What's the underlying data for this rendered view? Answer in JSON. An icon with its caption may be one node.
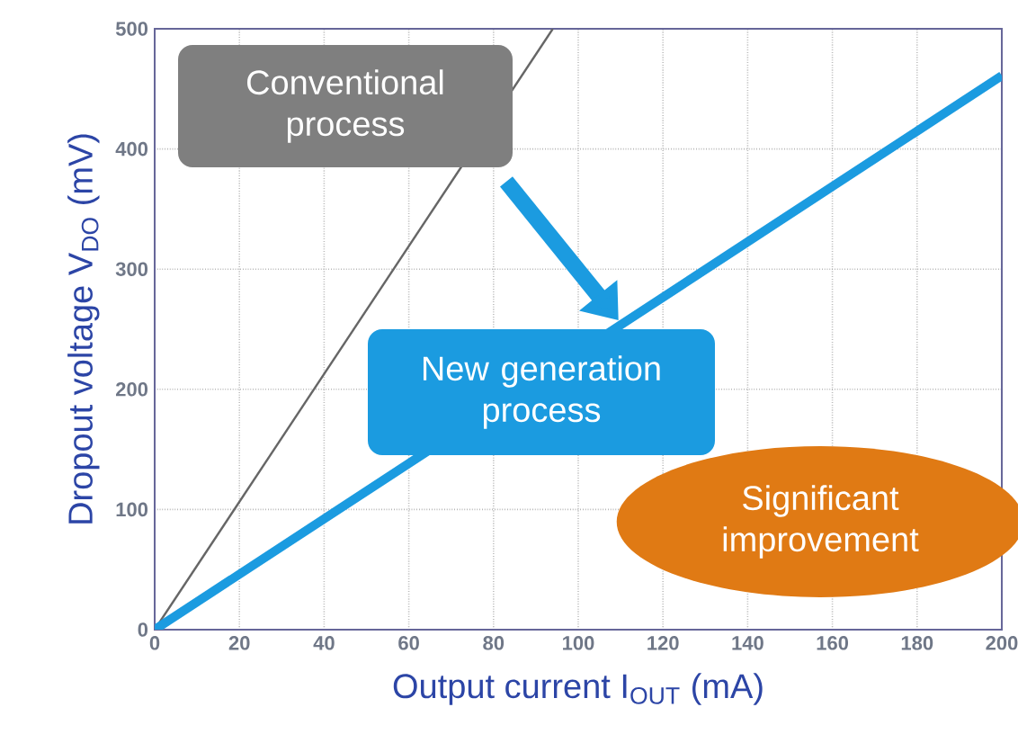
{
  "diagram": {
    "nodes": [
      {
        "text": [
          "Conventional process"
        ]
      },
      {
        "text": [
          "New generation process"
        ]
      },
      {
        "text": [
          "Significant improvement"
        ]
      }
    ],
    "edges": [
      {
        "from": 0,
        "to": 1,
        "arrow": "to",
        "color": "#1b9be0"
      }
    ],
    "chart_data": {
      "type": "line",
      "xlabel": "Output current  I$_{OUT}$  (mA)",
      "ylabel": "Dropout voltage  V$_{DO}$  (mV)",
      "x": [
        0,
        94,
        200
      ],
      "series": [
        {
          "color": "#666666",
          "values": [
            0,
            500,
            null
          ]
        },
        {
          "color": "#1b9be0",
          "values": [
            0,
            null,
            461
          ]
        }
      ],
      "grid": true,
      "xlim": [
        0,
        200
      ],
      "ylim": [
        0,
        500
      ],
      "xticks": [
        0,
        20,
        40,
        60,
        80,
        100,
        120,
        140,
        160,
        180,
        200
      ],
      "yticks": [
        0,
        100,
        200,
        300,
        400,
        500
      ]
    }
  }
}
